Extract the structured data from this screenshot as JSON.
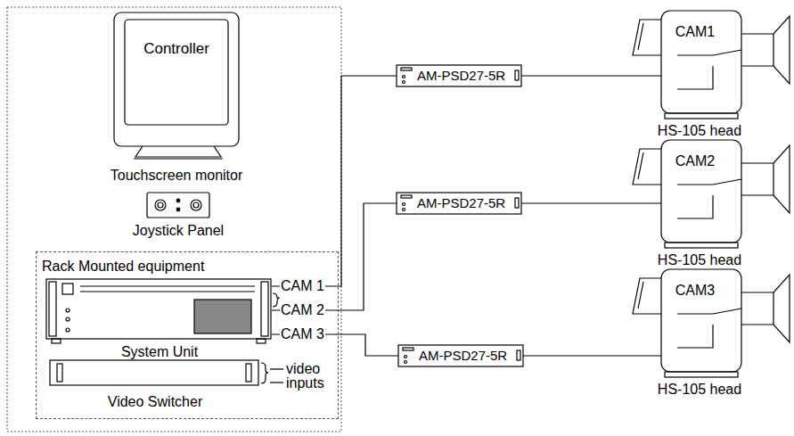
{
  "diagram": {
    "nodes": [
      {
        "text": [
          "Controller",
          "Touchscreen monitor"
        ]
      },
      {
        "text": [
          "Joystick Panel"
        ]
      },
      {
        "text": [
          "Rack Mounted equipment"
        ]
      },
      {
        "text": [
          "System Unit"
        ],
        "in": 2
      },
      {
        "text": [
          "Video Switcher"
        ],
        "in": 2
      },
      {
        "text": [
          "AM-PSD27-5R"
        ]
      },
      {
        "text": [
          "AM-PSD27-5R"
        ]
      },
      {
        "text": [
          "AM-PSD27-5R"
        ]
      },
      {
        "text": [
          "CAM1",
          "HS-105 head"
        ]
      },
      {
        "text": [
          "CAM2",
          "HS-105 head"
        ]
      },
      {
        "text": [
          "CAM3",
          "HS-105 head"
        ]
      }
    ],
    "edges": [
      {
        "from": 3,
        "to": 5,
        "arrow": "none",
        "label": "CAM 1"
      },
      {
        "from": 3,
        "to": 6,
        "arrow": "none",
        "label": "CAM 2"
      },
      {
        "from": 3,
        "to": 7,
        "arrow": "none",
        "label": "CAM 3"
      },
      {
        "from": 5,
        "to": 8,
        "arrow": "none"
      },
      {
        "from": 6,
        "to": 9,
        "arrow": "none"
      },
      {
        "from": 7,
        "to": 10,
        "arrow": "none"
      }
    ],
    "labels": [
      "video",
      "inputs"
    ]
  }
}
